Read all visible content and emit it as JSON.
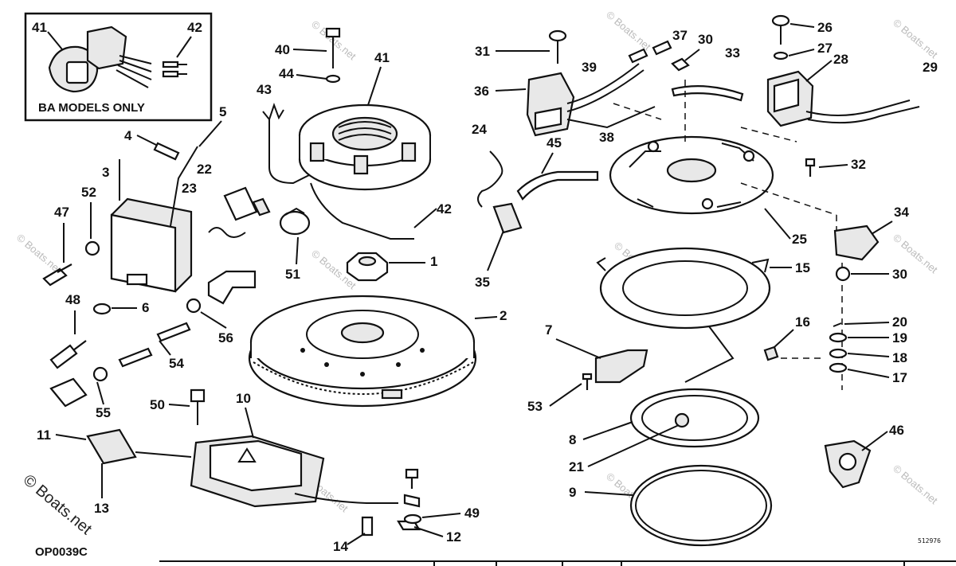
{
  "inset_caption": "BA MODELS ONLY",
  "figure_code": "OP0039C",
  "drawing_number": "512976",
  "watermark": "© Boats.net",
  "part_labels": {
    "p1": "1",
    "p2": "2",
    "p3": "3",
    "p4": "4",
    "p5": "5",
    "p6": "6",
    "p7": "7",
    "p8": "8",
    "p9": "9",
    "p10": "10",
    "p11": "11",
    "p12": "12",
    "p13": "13",
    "p14": "14",
    "p15": "15",
    "p16": "16",
    "p17": "17",
    "p18": "18",
    "p19": "19",
    "p20": "20",
    "p21": "21",
    "p22": "22",
    "p23": "23",
    "p24": "24",
    "p25": "25",
    "p26": "26",
    "p27": "27",
    "p28": "28",
    "p29": "29",
    "p30a": "30",
    "p30b": "30",
    "p31": "31",
    "p32": "32",
    "p33": "33",
    "p34": "34",
    "p35": "35",
    "p36": "36",
    "p37": "37",
    "p38": "38",
    "p39": "39",
    "p40": "40",
    "p41a": "41",
    "p41b": "41",
    "p42a": "42",
    "p42b": "42",
    "p43": "43",
    "p44": "44",
    "p45": "45",
    "p46": "46",
    "p47": "47",
    "p48": "48",
    "p49": "49",
    "p50": "50",
    "p51": "51",
    "p52": "52",
    "p53": "53",
    "p54": "54",
    "p55": "55",
    "p56": "56"
  }
}
